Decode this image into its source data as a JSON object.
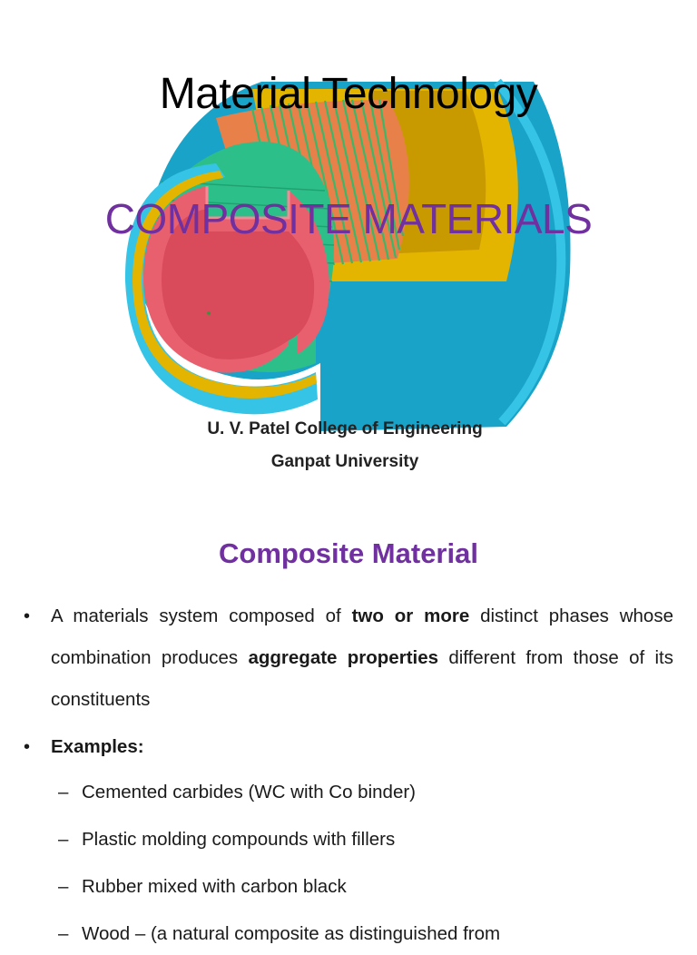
{
  "slide1": {
    "title": "Material Technology",
    "subtitle": "COMPOSITE MATERIALS",
    "affiliation_line1": "U. V. Patel College of Engineering",
    "affiliation_line2": "Ganpat University",
    "colors": {
      "subtitle": "#7030a0",
      "outer_layer": "#1aa3c8",
      "yellow_layer": "#e3b400",
      "green_layer": "#2dbf8a",
      "inner_layer": "#e8606e"
    }
  },
  "slide2": {
    "title": "Composite Material",
    "bullet1": {
      "p1": "A materials system composed of ",
      "b1": "two or more",
      "p2": " distinct phases whose combination produces ",
      "b2": "aggregate properties",
      "p3": " different from those of its constituents"
    },
    "bullet2": "Examples:",
    "examples": [
      "Cemented carbides (WC with Co binder)",
      "Plastic molding compounds with fillers",
      "Rubber mixed with carbon black",
      "Wood – (a natural composite as distinguished from"
    ],
    "bullet_symbol": "•",
    "dash_symbol": "–"
  }
}
